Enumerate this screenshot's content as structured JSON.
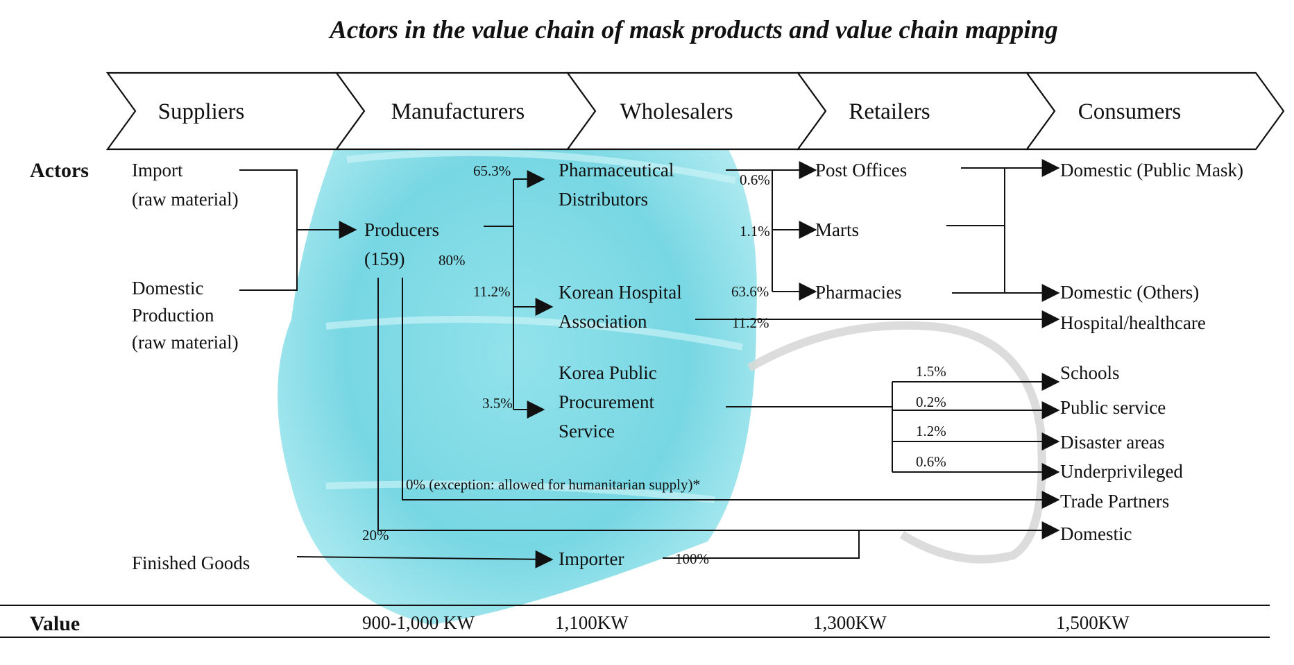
{
  "title": "Actors in the value chain of mask products and value chain mapping",
  "stages": [
    "Suppliers",
    "Manufacturers",
    "Wholesalers",
    "Retailers",
    "Consumers"
  ],
  "row_labels": {
    "actors": "Actors",
    "value": "Value"
  },
  "suppliers": {
    "import": [
      "Import",
      "(raw material)"
    ],
    "domestic": [
      "Domestic",
      "Production",
      "(raw material)"
    ],
    "finished": "Finished Goods"
  },
  "manufacturers": {
    "producers": [
      "Producers",
      "(159)"
    ],
    "producers_share": "80%"
  },
  "wholesalers": {
    "pharma": [
      "Pharmaceutical",
      "Distributors"
    ],
    "kha": [
      "Korean Hospital",
      "Association"
    ],
    "kpps": [
      "Korea Public",
      "Procurement",
      "Service"
    ],
    "importer": "Importer"
  },
  "retailers": [
    "Post Offices",
    "Marts",
    "Pharmacies"
  ],
  "consumers": [
    "Domestic (Public Mask)",
    "Domestic (Others)",
    "Hospital/healthcare",
    "Schools",
    "Public service",
    "Disaster areas",
    "Underprivileged",
    "Trade Partners",
    "Domestic"
  ],
  "percentages": {
    "to_pharma": "65.3%",
    "to_kha": "11.2%",
    "to_kpps": "3.5%",
    "post_offices": "0.6%",
    "marts": "1.1%",
    "pharmacies": "63.6%",
    "hospital": "11.2%",
    "schools": "1.5%",
    "public_service": "0.2%",
    "disaster": "1.2%",
    "underprivileged": "0.6%",
    "export_note": "0% (exception: allowed for humanitarian supply)*",
    "domestic_direct": "20%",
    "importer": "100%"
  },
  "values": [
    "900-1,000 KW",
    "1,100KW",
    "1,300KW",
    "1,500KW"
  ]
}
